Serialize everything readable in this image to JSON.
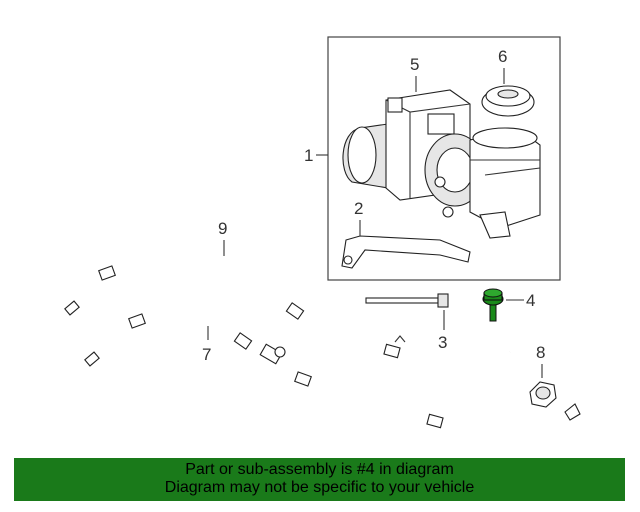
{
  "callouts": {
    "c1": "1",
    "c2": "2",
    "c3": "3",
    "c4": "4",
    "c5": "5",
    "c6": "6",
    "c7": "7",
    "c8": "8",
    "c9": "9"
  },
  "banner": {
    "line1": "Part or sub-assembly is #4 in diagram",
    "line2": "Diagram may not be specific to your vehicle"
  },
  "colors": {
    "highlight_part": "#1a8a1a",
    "banner_bg": "#1a7a1a"
  }
}
